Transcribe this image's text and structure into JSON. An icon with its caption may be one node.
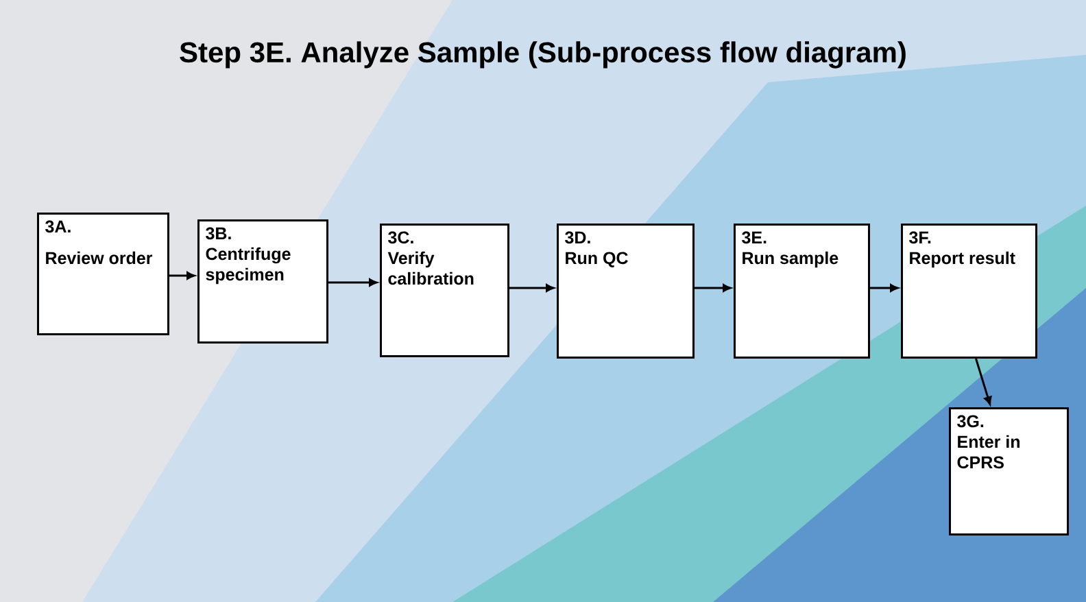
{
  "diagram": {
    "title": "Step 3E. Analyze Sample (Sub-process flow diagram)",
    "nodes": [
      {
        "text": [
          "3A.",
          "Review order"
        ]
      },
      {
        "text": [
          "3B.",
          "Centrifuge specimen"
        ]
      },
      {
        "text": [
          "3C.",
          "Verify calibration"
        ]
      },
      {
        "text": [
          "3D.",
          "Run QC"
        ]
      },
      {
        "text": [
          "3E.",
          "Run sample"
        ]
      },
      {
        "text": [
          "3F.",
          "Report result"
        ]
      },
      {
        "text": [
          "3G.",
          "Enter in CPRS"
        ]
      }
    ],
    "edges": [
      {
        "from": 0,
        "to": 1,
        "arrow": "to"
      },
      {
        "from": 1,
        "to": 2,
        "arrow": "to"
      },
      {
        "from": 2,
        "to": 3,
        "arrow": "to"
      },
      {
        "from": 3,
        "to": 4,
        "arrow": "to"
      },
      {
        "from": 4,
        "to": 5,
        "arrow": "to"
      },
      {
        "from": 5,
        "to": 6,
        "arrow": "to"
      }
    ]
  }
}
